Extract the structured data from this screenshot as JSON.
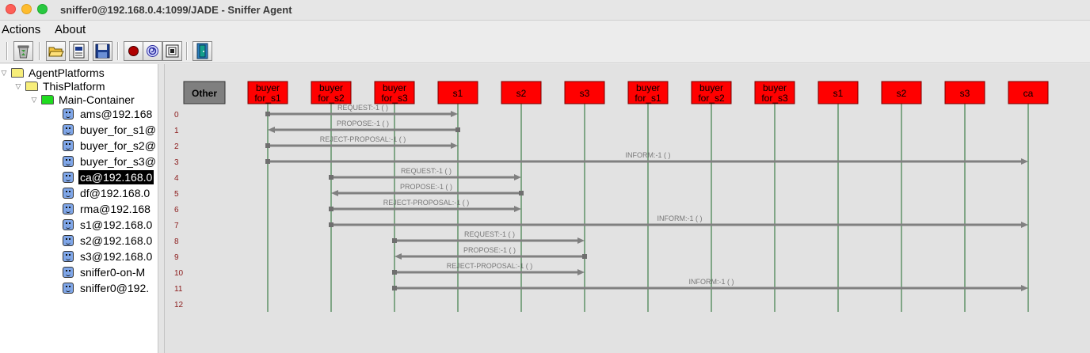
{
  "window": {
    "title": "sniffer0@192.168.0.4:1099/JADE - Sniffer Agent",
    "traffic_lights": {
      "close": "#fe5f57",
      "minimize": "#febc2e",
      "zoom": "#28c840"
    }
  },
  "menu": {
    "items": [
      "Actions",
      "About"
    ]
  },
  "toolbar": {
    "buttons": [
      {
        "name": "clear-canvas-button",
        "icon": "recycle-bin-icon"
      },
      {
        "name": "open-snapshot-button",
        "icon": "open-folder-icon"
      },
      {
        "name": "write-messages-button",
        "icon": "document-icon"
      },
      {
        "name": "save-snapshot-button",
        "icon": "floppy-disk-icon"
      },
      {
        "name": "sniff-button",
        "icon": "record-icon"
      },
      {
        "name": "do-not-sniff-button",
        "icon": "spiral-icon"
      },
      {
        "name": "show-only-button",
        "icon": "frame-icon"
      },
      {
        "name": "exit-button",
        "icon": "exit-door-icon"
      }
    ]
  },
  "tree": {
    "root": "AgentPlatforms",
    "platform": "ThisPlatform",
    "container": "Main-Container",
    "agents": [
      "ams@192.168",
      "buyer_for_s1@",
      "buyer_for_s2@",
      "buyer_for_s3@",
      "ca@192.168.0",
      "df@192.168.0",
      "rma@192.168",
      "s1@192.168.0",
      "s2@192.168.0",
      "s3@192.168.0",
      "sniffer0-on-M",
      "sniffer0@192."
    ],
    "selected_agent": "ca@192.168.0"
  },
  "sniffer": {
    "colors": {
      "agent_box": "#ff0000",
      "other_box": "#7f7f7f",
      "lifeline": "#1f6b2a",
      "arrow": "#808080",
      "row_number": "#8b1a1a"
    },
    "other_label": "Other",
    "agents": [
      [
        "buyer",
        "for_s1"
      ],
      [
        "buyer",
        "for_s2"
      ],
      [
        "buyer",
        "for_s3"
      ],
      [
        "s1"
      ],
      [
        "s2"
      ],
      [
        "s3"
      ],
      [
        "buyer",
        "for_s1"
      ],
      [
        "buyer",
        "for_s2"
      ],
      [
        "buyer",
        "for_s3"
      ],
      [
        "s1"
      ],
      [
        "s2"
      ],
      [
        "s3"
      ],
      [
        "ca"
      ]
    ],
    "messages": [
      {
        "row": "0",
        "from": 0,
        "to": 3,
        "label": "REQUEST:-1 (       )"
      },
      {
        "row": "1",
        "from": 3,
        "to": 0,
        "label": "PROPOSE:-1 (       )"
      },
      {
        "row": "2",
        "from": 0,
        "to": 3,
        "label": "REJECT-PROPOSAL:-1 (       )"
      },
      {
        "row": "3",
        "from": 0,
        "to": 12,
        "label": "INFORM:-1 (       )"
      },
      {
        "row": "4",
        "from": 1,
        "to": 4,
        "label": "REQUEST:-1 (       )"
      },
      {
        "row": "5",
        "from": 4,
        "to": 1,
        "label": "PROPOSE:-1 (       )"
      },
      {
        "row": "6",
        "from": 1,
        "to": 4,
        "label": "REJECT-PROPOSAL:-1 (       )"
      },
      {
        "row": "7",
        "from": 1,
        "to": 12,
        "label": "INFORM:-1 (       )"
      },
      {
        "row": "8",
        "from": 2,
        "to": 5,
        "label": "REQUEST:-1 (       )"
      },
      {
        "row": "9",
        "from": 5,
        "to": 2,
        "label": "PROPOSE:-1 (       )"
      },
      {
        "row": "10",
        "from": 2,
        "to": 5,
        "label": "REJECT-PROPOSAL:-1 (       )"
      },
      {
        "row": "11",
        "from": 2,
        "to": 12,
        "label": "INFORM:-1 (       )"
      }
    ],
    "trailing_row": "12"
  }
}
